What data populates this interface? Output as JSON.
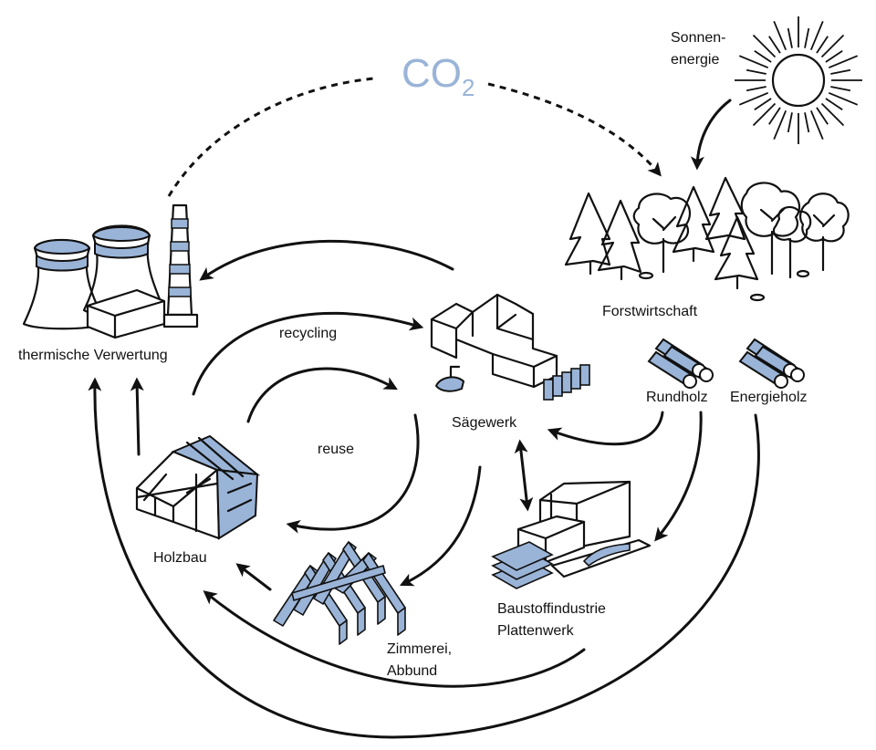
{
  "labels": {
    "co2_main": "CO",
    "co2_sub": "2",
    "sun_line1": "Sonnen-",
    "sun_line2": "energie",
    "forest": "Forstwirtschaft",
    "roundwood": "Rundholz",
    "energywood": "Energieholz",
    "sawmill": "Sägewerk",
    "thermal": "thermische Verwertung",
    "recycling": "recycling",
    "reuse": "reuse",
    "timber_construction": "Holzbau",
    "carpentry_line1": "Zimmerei,",
    "carpentry_line2": "Abbund",
    "materials_line1": "Baustoffindustrie",
    "materials_line2": "Plattenwerk"
  },
  "colors": {
    "accent": "#9ab4d8",
    "ink": "#111111",
    "background": "#ffffff"
  }
}
